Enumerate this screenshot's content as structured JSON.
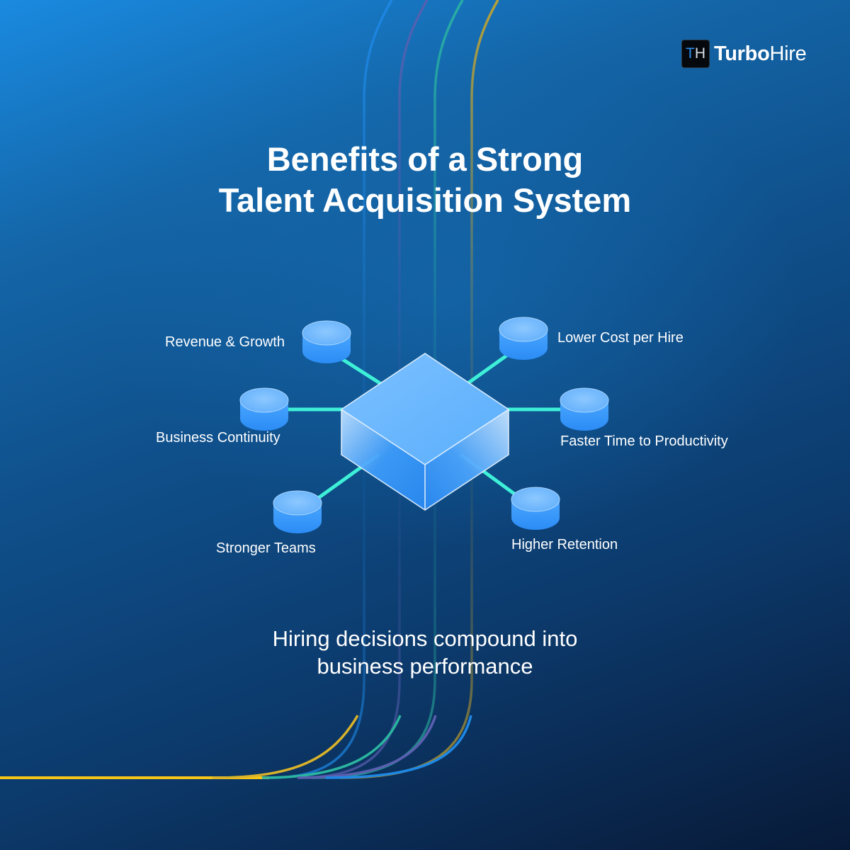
{
  "brand": {
    "badge_t": "T",
    "badge_h": "H",
    "name_bold": "Turbo",
    "name_regular": "Hire",
    "badge_color_t": "#2f8ff0"
  },
  "title": {
    "line1": "Benefits of a Strong",
    "line2": "Talent Acquisition System"
  },
  "diagram": {
    "center_icon": "isometric-cube",
    "connector_color": "#3ef0d8",
    "node_color": "#5eb2ff",
    "nodes": [
      {
        "label": "Revenue & Growth",
        "position": "top-left"
      },
      {
        "label": "Lower Cost per Hire",
        "position": "top-right"
      },
      {
        "label": "Business Continuity",
        "position": "middle-left"
      },
      {
        "label": "Faster Time to Productivity",
        "position": "middle-right"
      },
      {
        "label": "Stronger Teams",
        "position": "bottom-left"
      },
      {
        "label": "Higher Retention",
        "position": "bottom-right"
      }
    ]
  },
  "subtitle": {
    "line1": "Hiring decisions compound into",
    "line2": "business performance"
  },
  "decor": {
    "line_colors": [
      "#f5c518",
      "#2bb5a0",
      "#5a5fb0",
      "#1e88e5"
    ]
  }
}
